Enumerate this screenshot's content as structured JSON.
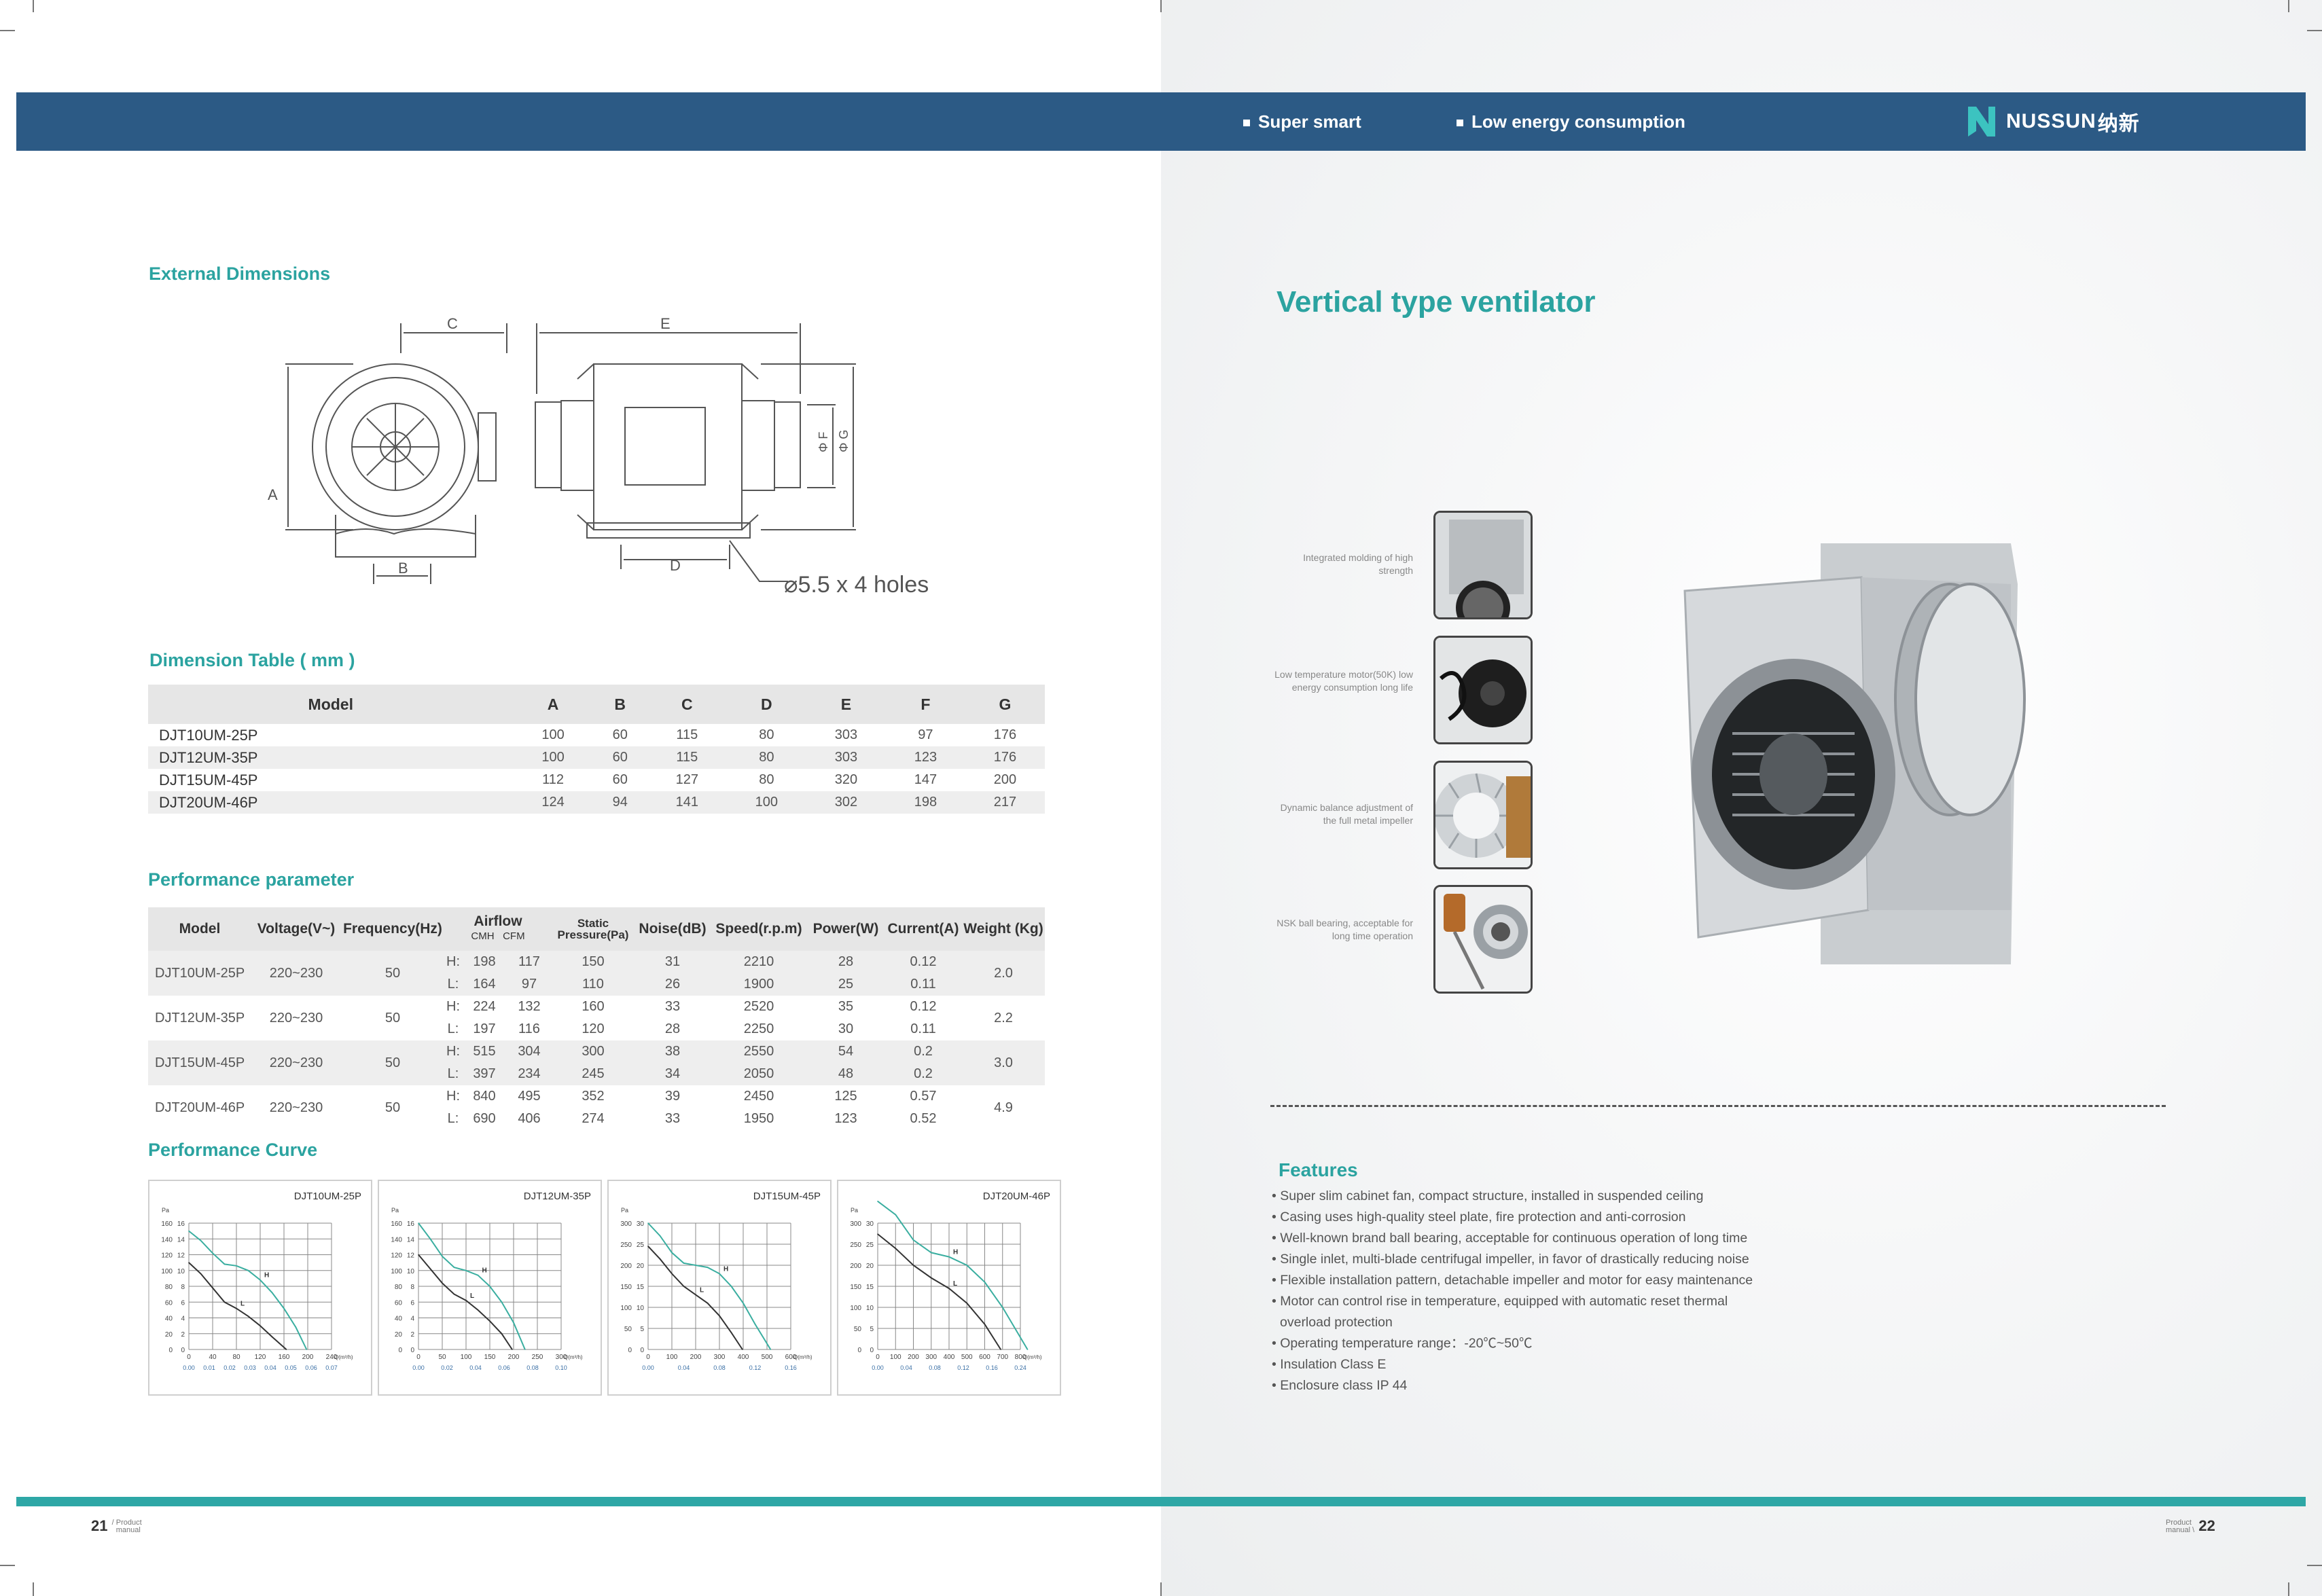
{
  "header": {
    "features": [
      "Super smart",
      "Low energy consumption"
    ],
    "brand": "NUSSUN",
    "brand_cn": "纳新"
  },
  "left": {
    "external_title": "External Dimensions",
    "diagram_labels": {
      "A": "A",
      "B": "B",
      "C": "C",
      "D": "D",
      "E": "E",
      "F": "Φ F",
      "G": "Φ G",
      "holes": "⌀5.5 x 4 holes"
    },
    "dim_table_title": "Dimension Table ( mm )",
    "dim_table": {
      "headers": [
        "Model",
        "A",
        "B",
        "C",
        "D",
        "E",
        "F",
        "G"
      ],
      "rows": [
        [
          "DJT10UM-25P",
          "100",
          "60",
          "115",
          "80",
          "303",
          "97",
          "176"
        ],
        [
          "DJT12UM-35P",
          "100",
          "60",
          "115",
          "80",
          "303",
          "123",
          "176"
        ],
        [
          "DJT15UM-45P",
          "112",
          "60",
          "127",
          "80",
          "320",
          "147",
          "200"
        ],
        [
          "DJT20UM-46P",
          "124",
          "94",
          "141",
          "100",
          "302",
          "198",
          "217"
        ]
      ]
    },
    "perf_title": "Performance parameter",
    "perf_table": {
      "headers": {
        "model": "Model",
        "voltage": "Voltage(V~)",
        "frequency": "Frequency(Hz)",
        "airflow": "Airflow",
        "cmh": "CMH",
        "cfm": "CFM",
        "static1": "Static",
        "static2": "Pressure(Pa)",
        "noise": "Noise(dB)",
        "speed": "Speed(r.p.m)",
        "power": "Power(W)",
        "current": "Current(A)",
        "weight": "Weight (Kg)"
      },
      "models": [
        {
          "model": "DJT10UM-25P",
          "voltage": "220~230",
          "freq": "50",
          "weight": "2.0",
          "H": {
            "tag": "H:",
            "cmh": "198",
            "cfm": "117",
            "sp": "150",
            "noise": "31",
            "speed": "2210",
            "power": "28",
            "current": "0.12"
          },
          "L": {
            "tag": "L:",
            "cmh": "164",
            "cfm": "97",
            "sp": "110",
            "noise": "26",
            "speed": "1900",
            "power": "25",
            "current": "0.11"
          }
        },
        {
          "model": "DJT12UM-35P",
          "voltage": "220~230",
          "freq": "50",
          "weight": "2.2",
          "H": {
            "tag": "H:",
            "cmh": "224",
            "cfm": "132",
            "sp": "160",
            "noise": "33",
            "speed": "2520",
            "power": "35",
            "current": "0.12"
          },
          "L": {
            "tag": "L:",
            "cmh": "197",
            "cfm": "116",
            "sp": "120",
            "noise": "28",
            "speed": "2250",
            "power": "30",
            "current": "0.11"
          }
        },
        {
          "model": "DJT15UM-45P",
          "voltage": "220~230",
          "freq": "50",
          "weight": "3.0",
          "H": {
            "tag": "H:",
            "cmh": "515",
            "cfm": "304",
            "sp": "300",
            "noise": "38",
            "speed": "2550",
            "power": "54",
            "current": "0.2"
          },
          "L": {
            "tag": "L:",
            "cmh": "397",
            "cfm": "234",
            "sp": "245",
            "noise": "34",
            "speed": "2050",
            "power": "48",
            "current": "0.2"
          }
        },
        {
          "model": "DJT20UM-46P",
          "voltage": "220~230",
          "freq": "50",
          "weight": "4.9",
          "H": {
            "tag": "H:",
            "cmh": "840",
            "cfm": "495",
            "sp": "352",
            "noise": "39",
            "speed": "2450",
            "power": "125",
            "current": "0.57"
          },
          "L": {
            "tag": "L:",
            "cmh": "690",
            "cfm": "406",
            "sp": "274",
            "noise": "33",
            "speed": "1950",
            "power": "123",
            "current": "0.52"
          }
        }
      ]
    },
    "curve_title": "Performance Curve"
  },
  "chart_data": [
    {
      "type": "line",
      "title": "DJT10UM-25P",
      "ylabel": "Pa",
      "xlabel": "Q(m³/h)",
      "ylim": [
        0,
        160
      ],
      "yticks": [
        "0",
        "20",
        "40",
        "60",
        "80",
        "100",
        "120",
        "140",
        "160"
      ],
      "yticks2": [
        "0",
        "2",
        "4",
        "6",
        "8",
        "10",
        "12",
        "14",
        "16"
      ],
      "xlim": [
        0,
        240
      ],
      "xticks": [
        "0",
        "40",
        "80",
        "120",
        "160",
        "200",
        "240"
      ],
      "xticks2": [
        "0.00",
        "0.01",
        "0.02",
        "0.03",
        "0.04",
        "0.05",
        "0.06",
        "0.07"
      ],
      "series": [
        {
          "name": "H",
          "x": [
            0,
            20,
            40,
            60,
            80,
            100,
            120,
            140,
            160,
            180,
            198
          ],
          "y": [
            150,
            138,
            122,
            108,
            106,
            100,
            88,
            72,
            52,
            28,
            0
          ]
        },
        {
          "name": "L",
          "x": [
            0,
            20,
            40,
            60,
            80,
            100,
            120,
            140,
            164
          ],
          "y": [
            110,
            96,
            78,
            60,
            52,
            42,
            30,
            16,
            0
          ]
        }
      ]
    },
    {
      "type": "line",
      "title": "DJT12UM-35P",
      "ylabel": "Pa",
      "xlabel": "Q(m³/h)",
      "ylim": [
        0,
        160
      ],
      "yticks": [
        "0",
        "20",
        "40",
        "60",
        "80",
        "100",
        "120",
        "140",
        "160"
      ],
      "yticks2": [
        "0",
        "2",
        "4",
        "6",
        "8",
        "10",
        "12",
        "14",
        "16"
      ],
      "xlim": [
        0,
        300
      ],
      "xticks": [
        "0",
        "50",
        "100",
        "150",
        "200",
        "250",
        "300"
      ],
      "xticks2": [
        "0.00",
        "0.02",
        "0.04",
        "0.06",
        "0.08",
        "0.10"
      ],
      "series": [
        {
          "name": "H",
          "x": [
            0,
            25,
            50,
            75,
            100,
            125,
            150,
            175,
            200,
            224
          ],
          "y": [
            160,
            140,
            118,
            104,
            100,
            94,
            80,
            60,
            34,
            0
          ]
        },
        {
          "name": "L",
          "x": [
            0,
            25,
            50,
            75,
            100,
            125,
            150,
            175,
            197
          ],
          "y": [
            120,
            102,
            84,
            70,
            62,
            50,
            36,
            20,
            0
          ]
        }
      ]
    },
    {
      "type": "line",
      "title": "DJT15UM-45P",
      "ylabel": "Pa",
      "xlabel": "Q(m³/h)",
      "ylim": [
        0,
        300
      ],
      "yticks": [
        "0",
        "50",
        "100",
        "150",
        "200",
        "250",
        "300"
      ],
      "yticks2": [
        "0",
        "5",
        "10",
        "15",
        "20",
        "25",
        "30"
      ],
      "xlim": [
        0,
        600
      ],
      "xticks": [
        "0",
        "100",
        "200",
        "300",
        "400",
        "500",
        "600"
      ],
      "xticks2": [
        "0.00",
        "0.04",
        "0.08",
        "0.12",
        "0.16"
      ],
      "series": [
        {
          "name": "H",
          "x": [
            0,
            50,
            100,
            150,
            200,
            250,
            300,
            350,
            400,
            450,
            515
          ],
          "y": [
            300,
            270,
            230,
            205,
            200,
            195,
            180,
            150,
            110,
            60,
            0
          ]
        },
        {
          "name": "L",
          "x": [
            0,
            50,
            100,
            150,
            200,
            250,
            300,
            350,
            397
          ],
          "y": [
            245,
            215,
            180,
            150,
            130,
            110,
            80,
            40,
            0
          ]
        }
      ]
    },
    {
      "type": "line",
      "title": "DJT20UM-46P",
      "ylabel": "Pa",
      "xlabel": "Q(m³/h)",
      "ylim": [
        0,
        300
      ],
      "yticks": [
        "0",
        "50",
        "100",
        "150",
        "200",
        "250",
        "300"
      ],
      "yticks2": [
        "0",
        "5",
        "10",
        "15",
        "20",
        "25",
        "30"
      ],
      "xlim": [
        0,
        800
      ],
      "xticks": [
        "0",
        "100",
        "200",
        "300",
        "400",
        "500",
        "600",
        "700",
        "800"
      ],
      "xticks2": [
        "0.00",
        "0.04",
        "0.08",
        "0.12",
        "0.16",
        "0.24"
      ],
      "series": [
        {
          "name": "H",
          "x": [
            0,
            100,
            200,
            300,
            400,
            500,
            600,
            700,
            840
          ],
          "y": [
            352,
            320,
            260,
            230,
            220,
            200,
            160,
            100,
            0
          ]
        },
        {
          "name": "L",
          "x": [
            0,
            100,
            200,
            300,
            400,
            500,
            600,
            690
          ],
          "y": [
            274,
            240,
            200,
            170,
            145,
            110,
            60,
            0
          ]
        }
      ]
    }
  ],
  "right": {
    "title": "Vertical type ventilator",
    "callouts": [
      "Integrated molding of high strength",
      "Low temperature motor(50K) low energy consumption long life",
      "Dynamic balance adjustment of the full metal impeller",
      "NSK ball bearing, acceptable for long time operation"
    ],
    "features_title": "Features",
    "features": [
      "Super slim cabinet fan, compact structure, installed in suspended ceiling",
      "Casing uses high-quality steel plate, fire protection and anti-corrosion",
      "Well-known brand ball bearing, acceptable for continuous operation of long time",
      "Single inlet, multi-blade centrifugal impeller, in favor of drastically reducing noise",
      "Flexible installation pattern, detachable impeller and motor for easy maintenance",
      "Motor can control rise in temperature, equipped with automatic reset thermal",
      "overload protection",
      "Operating temperature range：-20℃~50℃",
      "Insulation Class E",
      "Enclosure class IP 44"
    ]
  },
  "footer": {
    "left_page": "21",
    "right_page": "22",
    "label1": "Product",
    "label2": "manual"
  },
  "colors": {
    "accent": "#2ba3a0",
    "header": "#2c5a85",
    "line_series": "#3aaea0"
  }
}
